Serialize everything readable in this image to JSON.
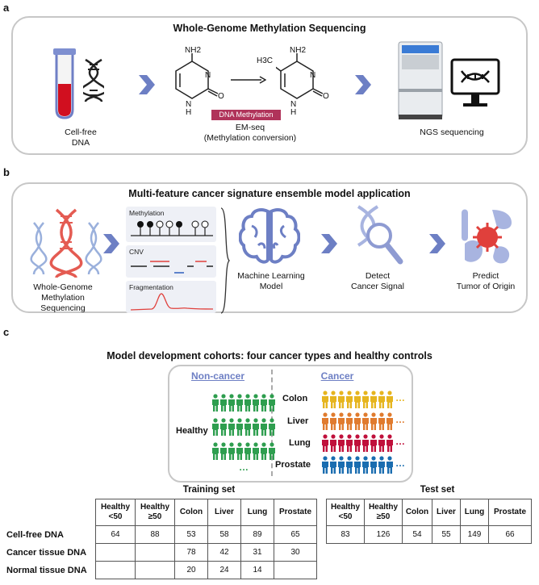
{
  "panel_a": {
    "letter": "a",
    "title": "Whole-Genome Methylation Sequencing",
    "step1_caption": [
      "Cell-free",
      "DNA"
    ],
    "nh2": "NH2",
    "h3c": "H3C",
    "atom_o": "O",
    "atom_n": "N",
    "atom_h": "H",
    "methylation_tag": "DNA Methylation",
    "step2_caption": [
      "EM-seq",
      "(Methylation conversion)"
    ],
    "step3_caption": "NGS sequencing"
  },
  "panel_b": {
    "letter": "b",
    "title": "Multi-feature cancer signature ensemble model application",
    "wgms_caption": [
      "Whole-Genome",
      "Methylation",
      "Sequencing"
    ],
    "feature_labels": [
      "Methylation",
      "CNV",
      "Fragmentation"
    ],
    "ml_caption": [
      "Machine Learning",
      "Model"
    ],
    "detect_caption": [
      "Detect",
      "Cancer Signal"
    ],
    "predict_caption": [
      "Predict",
      "Tumor of Origin"
    ]
  },
  "panel_c": {
    "letter": "c",
    "title": "Model development cohorts: four cancer types and healthy controls",
    "non_cancer_label": "Non-cancer",
    "cancer_label": "Cancer",
    "healthy_label": "Healthy",
    "cancer_types": [
      "Colon",
      "Liver",
      "Lung",
      "Prostate"
    ],
    "ellipsis": "…",
    "colors": {
      "healthy": "#2e9e4f",
      "colon": "#e6b51f",
      "liver": "#e07b2e",
      "lung": "#c0103b",
      "prostate": "#1a6db0",
      "accent": "#6d7fc4"
    },
    "training_set": {
      "title": "Training set",
      "columns": [
        "Healthy\n<50",
        "Healthy\n≥50",
        "Colon",
        "Liver",
        "Lung",
        "Prostate"
      ],
      "rows": [
        {
          "label": "Cell-free DNA",
          "values": [
            "64",
            "88",
            "53",
            "58",
            "89",
            "65"
          ]
        },
        {
          "label": "Cancer tissue DNA",
          "values": [
            "",
            "",
            "78",
            "42",
            "31",
            "30"
          ]
        },
        {
          "label": "Normal tissue DNA",
          "values": [
            "",
            "",
            "20",
            "24",
            "14",
            ""
          ]
        }
      ]
    },
    "test_set": {
      "title": "Test set",
      "columns": [
        "Healthy\n<50",
        "Healthy\n≥50",
        "Colon",
        "Liver",
        "Lung",
        "Prostate"
      ],
      "rows": [
        {
          "values": [
            "83",
            "126",
            "54",
            "55",
            "149",
            "66"
          ]
        }
      ]
    }
  }
}
